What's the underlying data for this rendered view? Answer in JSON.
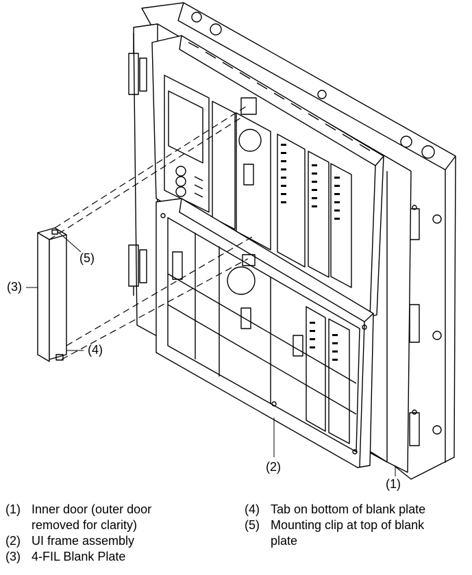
{
  "callouts": {
    "c1": "(1)",
    "c2": "(2)",
    "c3": "(3)",
    "c4": "(4)",
    "c5": "(5)"
  },
  "legend": {
    "left": [
      {
        "num": "(1)",
        "text": "Inner door (outer door removed for clarity)"
      },
      {
        "num": "(2)",
        "text": "UI frame assembly"
      },
      {
        "num": "(3)",
        "text": "4-FIL Blank Plate"
      }
    ],
    "right": [
      {
        "num": "(4)",
        "text": "Tab on bottom of blank plate"
      },
      {
        "num": "(5)",
        "text": "Mounting clip at top of blank plate"
      }
    ]
  }
}
